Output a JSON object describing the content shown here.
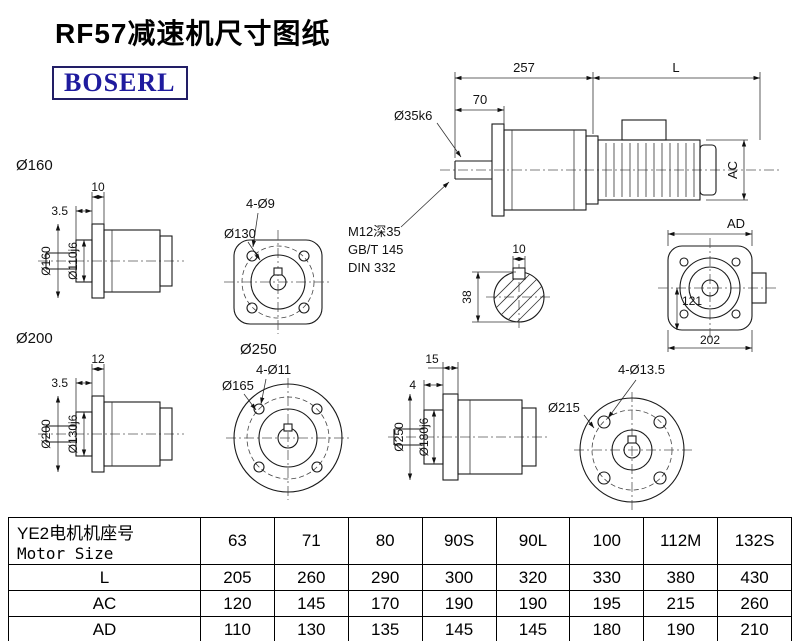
{
  "page": {
    "title": "RF57减速机尺寸图纸",
    "brand": "BOSERL"
  },
  "main_view": {
    "dim_257": "257",
    "dim_L": "L",
    "dim_70": "70",
    "shaft_dia": "Ø35k6",
    "dim_AC": "AC",
    "tap_note": "M12深35",
    "std_note1": "GB/T 145",
    "std_note2": "DIN 332"
  },
  "view_160": {
    "title": "Ø160",
    "dim_width": "10",
    "dim_step": "3.5",
    "dim_flange": "Ø160",
    "dim_spigot": "Ø110j6"
  },
  "flange_130": {
    "holes": "4-Ø9",
    "bolt_circle": "Ø130"
  },
  "shaft_section": {
    "key_width": "10",
    "shaft_dia": "38"
  },
  "end_view": {
    "dim_AD": "AD",
    "dim_height": "121",
    "dim_width": "202"
  },
  "view_200": {
    "title": "Ø200",
    "dim_width": "12",
    "dim_step": "3.5",
    "dim_flange": "Ø200",
    "dim_spigot": "Ø130j6"
  },
  "flange_250": {
    "title": "Ø250",
    "holes": "4-Ø11",
    "bolt_circle": "Ø165"
  },
  "view_250": {
    "dim_width": "15",
    "dim_step": "4",
    "dim_flange": "Ø250",
    "dim_spigot": "Ø180j6"
  },
  "flange_215": {
    "holes": "4-Ø13.5",
    "outer_dia": "Ø215"
  },
  "table": {
    "header": {
      "label_cn": "YE2电机机座号",
      "label_en": "Motor Size",
      "sizes": [
        "63",
        "71",
        "80",
        "90S",
        "90L",
        "100",
        "112M",
        "132S"
      ]
    },
    "rows": [
      {
        "label": "L",
        "values": [
          "205",
          "260",
          "290",
          "300",
          "320",
          "330",
          "380",
          "430"
        ]
      },
      {
        "label": "AC",
        "values": [
          "120",
          "145",
          "170",
          "190",
          "190",
          "195",
          "215",
          "260"
        ]
      },
      {
        "label": "AD",
        "values": [
          "110",
          "130",
          "135",
          "145",
          "145",
          "180",
          "190",
          "210"
        ]
      }
    ]
  }
}
